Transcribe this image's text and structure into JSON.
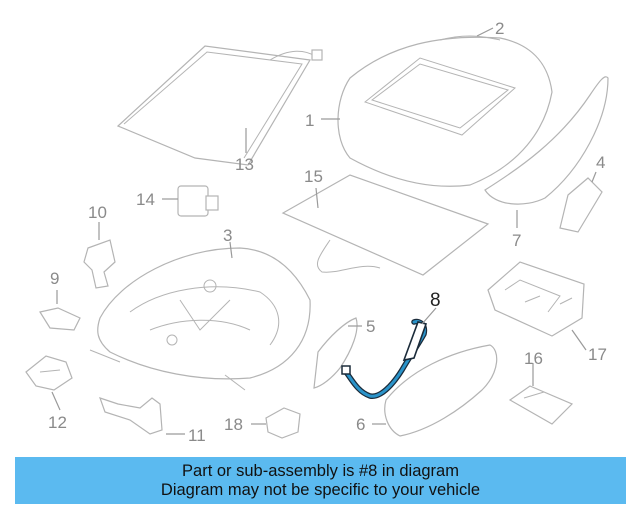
{
  "colors": {
    "banner_bg": "#5bbaf0",
    "highlight_part": "#2a93c9",
    "highlight_outline": "#1b2b3a",
    "part_stroke": "#b4b4b4",
    "callout_text": "#8a8a8a"
  },
  "callouts": [
    {
      "id": "1",
      "label": "1"
    },
    {
      "id": "2",
      "label": "2"
    },
    {
      "id": "3",
      "label": "3"
    },
    {
      "id": "4",
      "label": "4"
    },
    {
      "id": "5",
      "label": "5"
    },
    {
      "id": "6",
      "label": "6"
    },
    {
      "id": "7",
      "label": "7"
    },
    {
      "id": "8",
      "label": "8",
      "highlighted": true
    },
    {
      "id": "9",
      "label": "9"
    },
    {
      "id": "10",
      "label": "10"
    },
    {
      "id": "11",
      "label": "11"
    },
    {
      "id": "12",
      "label": "12"
    },
    {
      "id": "13",
      "label": "13"
    },
    {
      "id": "14",
      "label": "14"
    },
    {
      "id": "15",
      "label": "15"
    },
    {
      "id": "16",
      "label": "16"
    },
    {
      "id": "17",
      "label": "17"
    },
    {
      "id": "18",
      "label": "18"
    }
  ],
  "banner": {
    "line1": "Part or sub-assembly is #8 in diagram",
    "line2": "Diagram may not be specific to your vehicle"
  }
}
